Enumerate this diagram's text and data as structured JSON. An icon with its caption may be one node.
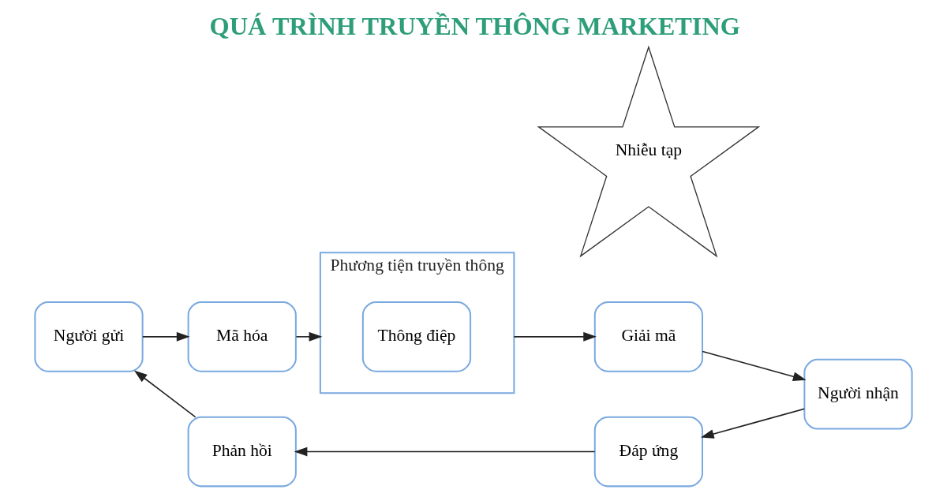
{
  "diagram": {
    "title": "QUÁ TRÌNH TRUYỀN THÔNG MARKETING",
    "nodes": [
      {
        "text": [
          "Người gửi"
        ]
      },
      {
        "text": [
          "Mã hóa"
        ]
      },
      {
        "text": [
          "Phương tiện truyền thông"
        ]
      },
      {
        "text": [
          "Thông điệp"
        ],
        "in": 2
      },
      {
        "text": [
          "Giải mã"
        ]
      },
      {
        "text": [
          "Người nhận"
        ]
      },
      {
        "text": [
          "Nhiễu tạp"
        ]
      },
      {
        "text": [
          "Đáp ứng"
        ]
      },
      {
        "text": [
          "Phản hồi"
        ]
      }
    ],
    "edges": [
      {
        "from": 0,
        "to": 1,
        "arrow": "to"
      },
      {
        "from": 1,
        "to": 2,
        "arrow": "to"
      },
      {
        "from": 2,
        "to": 4,
        "arrow": "to"
      },
      {
        "from": 4,
        "to": 5,
        "arrow": "to"
      },
      {
        "from": 5,
        "to": 7,
        "arrow": "to"
      },
      {
        "from": 7,
        "to": 8,
        "arrow": "to"
      },
      {
        "from": 8,
        "to": 0,
        "arrow": "to"
      }
    ]
  }
}
